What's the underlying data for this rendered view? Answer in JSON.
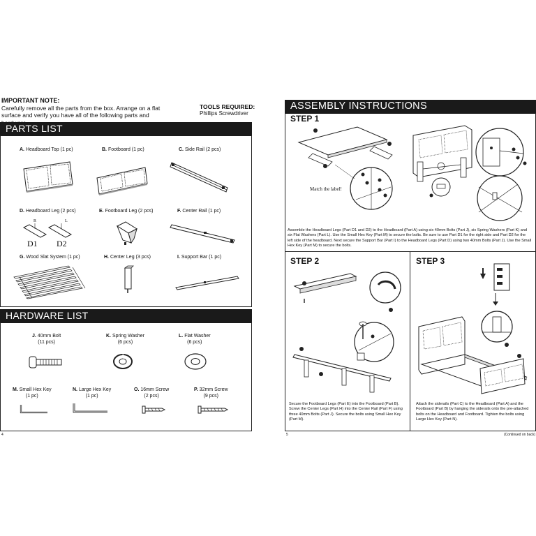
{
  "important_note": {
    "title": "IMPORTANT NOTE:",
    "line1": "Carefully remove all the parts from the box. Arrange on a flat",
    "line2": "surface and verify you have all of the following parts and hardware."
  },
  "tools": {
    "title": "TOOLS REQUIRED:",
    "item": "Phillips Screwdriver"
  },
  "parts_list": {
    "heading": "PARTS LIST",
    "items": [
      {
        "letter": "A.",
        "label": "Headboard Top (1 pc)"
      },
      {
        "letter": "B.",
        "label": "Footboard (1 pc)"
      },
      {
        "letter": "C.",
        "label": "Side Rail (2 pcs)"
      },
      {
        "letter": "D.",
        "label": "Headboard Leg (2 pcs)"
      },
      {
        "letter": "E.",
        "label": "Footboard Leg (2 pcs)"
      },
      {
        "letter": "F.",
        "label": "Center Rail (1 pc)"
      },
      {
        "letter": "G.",
        "label": "Wood Slat System (1 pc)"
      },
      {
        "letter": "H.",
        "label": "Center Leg (3 pcs)"
      },
      {
        "letter": "I.",
        "label": "Support Bar (1 pc)"
      }
    ],
    "leg_marks": {
      "r": "R",
      "l": "L",
      "d1": "D1",
      "d2": "D2"
    }
  },
  "hardware_list": {
    "heading": "HARDWARE LIST",
    "items": [
      {
        "letter": "J.",
        "name": "40mm Bolt",
        "qty": "(11 pcs)"
      },
      {
        "letter": "K.",
        "name": "Spring Washer",
        "qty": "(6 pcs)"
      },
      {
        "letter": "L.",
        "name": "Flat Washer",
        "qty": "(6 pcs)"
      },
      {
        "letter": "M.",
        "name": "Small Hex Key",
        "qty": "(1 pc)"
      },
      {
        "letter": "N.",
        "name": "Large Hex Key",
        "qty": "(1 pc)"
      },
      {
        "letter": "O.",
        "name": "16mm Screw",
        "qty": "(2 pcs)"
      },
      {
        "letter": "P.",
        "name": "32mm Screw",
        "qty": "(9 pcs)"
      }
    ]
  },
  "assembly": {
    "heading": "ASSEMBLY INSTRUCTIONS",
    "step1": {
      "title": "STEP 1",
      "match_label": "Match the label!",
      "text": "Assemble the Headboard Legs (Part D1 and D2) to the Headboard (Part A) using six 40mm Bolts (Part J), six Spring Washers (Part K) and six Flat Washers (Part L). Use the Small Hex Key (Part M) to secure the bolts. Be sure to use Part D1 for the right side and Part D2 for the left side of the headboard. Next secure the Support Bar (Part I) to the Headboard Legs (Part D) using two 40mm Bolts (Part J). Use the Small Hex Key (Part M) to secure the bolts."
    },
    "step2": {
      "title": "STEP 2",
      "text": "Secure the Footboard Legs (Part E) into the Footboard (Part B). Screw the Center Legs (Part H) into the Center Rail (Part F) using three 40mm Bolts (Part J). Secure the bolts using Small Hex Key (Part M)."
    },
    "step3": {
      "title": "STEP 3",
      "text": "Attach the siderails (Part C) to the Headboard (Part A) and the Footboard (Part B) by hanging the siderails onto the pre-attached bolts on the Headboard and Footboard. Tighten the bolts using Large Hex Key (Part N)."
    }
  },
  "footer": {
    "left_page": "4",
    "right_page": "5",
    "continued": "(Continued on back)"
  }
}
